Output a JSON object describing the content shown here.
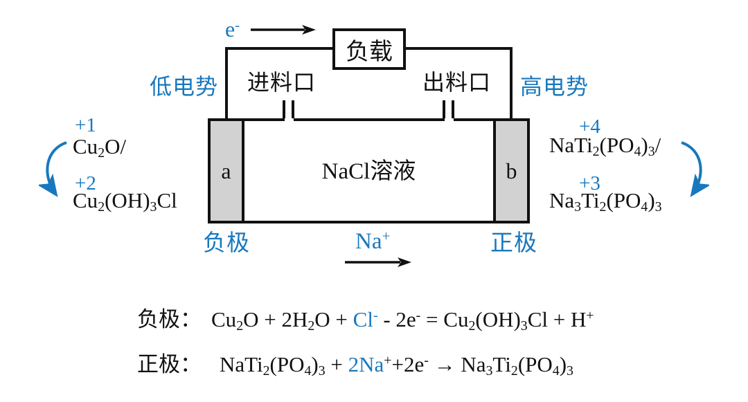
{
  "colors": {
    "blue": "#1878be",
    "ink": "#111111",
    "electrode": "#d2d2d2"
  },
  "circuit": {
    "electron_label": [
      {
        "t": "e",
        "c": "blue"
      },
      {
        "t": "-",
        "s": "sup",
        "c": "blue"
      }
    ],
    "load_label": "负载",
    "low_potential": "低电势",
    "high_potential": "高电势",
    "inlet_label": "进料口",
    "outlet_label": "出料口"
  },
  "cell": {
    "solution_label": "NaCl溶液",
    "electrode_a_label": "a",
    "electrode_b_label": "b",
    "negative_terminal": "负极",
    "positive_terminal": "正极",
    "na_ion": [
      {
        "t": "Na",
        "c": "blue"
      },
      {
        "t": "+",
        "s": "sup",
        "c": "blue"
      }
    ]
  },
  "left_couple": {
    "ox_state_top": "+1",
    "species_top": [
      {
        "t": "Cu"
      },
      {
        "t": "2",
        "s": "sub"
      },
      {
        "t": "O/"
      }
    ],
    "ox_state_bottom": "+2",
    "species_bottom": [
      {
        "t": "Cu"
      },
      {
        "t": "2",
        "s": "sub"
      },
      {
        "t": "(OH)"
      },
      {
        "t": "3",
        "s": "sub"
      },
      {
        "t": "Cl"
      }
    ]
  },
  "right_couple": {
    "ox_state_top": "+4",
    "species_top": [
      {
        "t": "NaTi"
      },
      {
        "t": "2",
        "s": "sub"
      },
      {
        "t": "(PO"
      },
      {
        "t": "4",
        "s": "sub"
      },
      {
        "t": ")"
      },
      {
        "t": "3",
        "s": "sub"
      },
      {
        "t": "/"
      }
    ],
    "ox_state_bottom": "+3",
    "species_bottom": [
      {
        "t": "Na"
      },
      {
        "t": "3",
        "s": "sub"
      },
      {
        "t": "Ti"
      },
      {
        "t": "2",
        "s": "sub"
      },
      {
        "t": "(PO"
      },
      {
        "t": "4",
        "s": "sub"
      },
      {
        "t": ")"
      },
      {
        "t": "3",
        "s": "sub"
      }
    ]
  },
  "equations": [
    {
      "label": "负极：",
      "segments": [
        {
          "t": "Cu"
        },
        {
          "t": "2",
          "s": "sub"
        },
        {
          "t": "O + 2H"
        },
        {
          "t": "2",
          "s": "sub"
        },
        {
          "t": "O + "
        },
        {
          "t": "Cl",
          "c": "blue"
        },
        {
          "t": "-",
          "s": "sup",
          "c": "blue"
        },
        {
          "t": " - 2e"
        },
        {
          "t": "-",
          "s": "sup"
        },
        {
          "t": " = Cu"
        },
        {
          "t": "2",
          "s": "sub"
        },
        {
          "t": "(OH)"
        },
        {
          "t": "3",
          "s": "sub"
        },
        {
          "t": "Cl + H"
        },
        {
          "t": "+",
          "s": "sup"
        }
      ]
    },
    {
      "label": "正极：",
      "segments": [
        {
          "t": "NaTi"
        },
        {
          "t": "2",
          "s": "sub"
        },
        {
          "t": "(PO"
        },
        {
          "t": "4",
          "s": "sub"
        },
        {
          "t": ")"
        },
        {
          "t": "3",
          "s": "sub"
        },
        {
          "t": " + "
        },
        {
          "t": "2Na",
          "c": "blue"
        },
        {
          "t": "+",
          "s": "sup"
        },
        {
          "t": "+2e"
        },
        {
          "t": "-",
          "s": "sup"
        },
        {
          "t": " → Na"
        },
        {
          "t": "3",
          "s": "sub"
        },
        {
          "t": "Ti"
        },
        {
          "t": "2",
          "s": "sub"
        },
        {
          "t": "(PO"
        },
        {
          "t": "4",
          "s": "sub"
        },
        {
          "t": ")"
        },
        {
          "t": "3",
          "s": "sub"
        }
      ]
    }
  ]
}
